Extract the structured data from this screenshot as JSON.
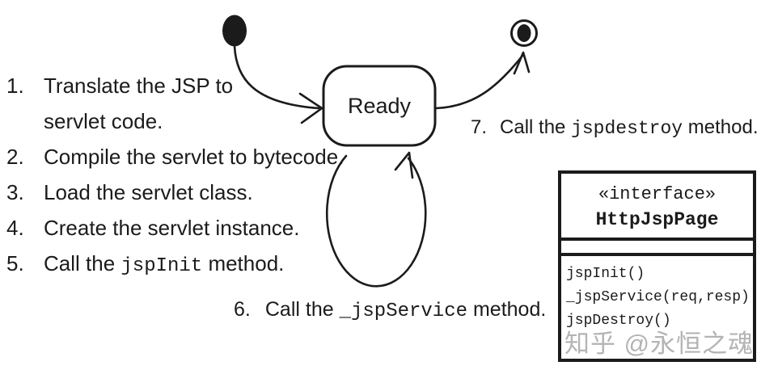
{
  "diagram": {
    "ready_state_label": "Ready"
  },
  "steps": [
    {
      "num": "1.",
      "lines": [
        "Translate the JSP to",
        "servlet code."
      ]
    },
    {
      "num": "2.",
      "text": "Compile the servlet to bytecode."
    },
    {
      "num": "3.",
      "text": "Load the servlet class."
    },
    {
      "num": "4.",
      "text": "Create the servlet instance."
    },
    {
      "num": "5.",
      "before": "Call the ",
      "code": "jspInit",
      "after": " method."
    },
    {
      "num": "6.",
      "before": "Call the ",
      "code": "_jspService",
      "after": " method."
    },
    {
      "num": "7.",
      "before": "Call the ",
      "code": "jspdestroy",
      "after": " method."
    }
  ],
  "interface_box": {
    "stereotype": "«interface»",
    "name": "HttpJspPage",
    "methods": [
      "jspInit()",
      "_jspService(req,resp)",
      "jspDestroy()"
    ]
  },
  "watermark": "知乎 @永恒之魂",
  "colors": {
    "ink": "#1b1b1b",
    "background": "#ffffff",
    "watermark": "#b4b4b4"
  }
}
